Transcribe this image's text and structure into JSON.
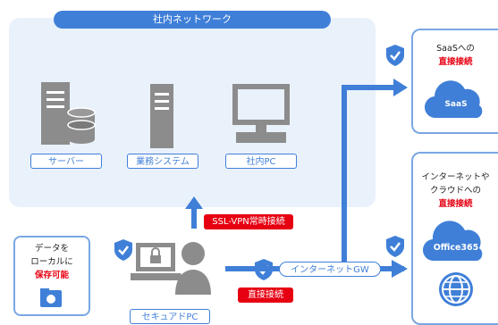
{
  "network": {
    "title": "社内ネットワーク",
    "server_label": "サーバー",
    "business_label": "業務システム",
    "pc_label": "社内PC"
  },
  "vpn_label": "SSL-VPN常時接続",
  "direct_label": "直接接続",
  "gateway_label": "インターネットGW",
  "secure_pc_label": "セキュアドPC",
  "local": {
    "line1": "データを",
    "line2": "ローカルに",
    "line3": "保存可能"
  },
  "saas_box": {
    "line1": "SaaSへの",
    "line2": "直接接続",
    "cloud_label": "SaaS"
  },
  "internet_box": {
    "line1": "インターネットや",
    "line2": "クラウドへの",
    "line3": "直接接続",
    "cloud_label": "Office365"
  },
  "colors": {
    "accent": "#3f7fd8",
    "light_bg": "#e9f1fb",
    "red": "#e60012",
    "gray_icon": "#8c8c8c"
  }
}
